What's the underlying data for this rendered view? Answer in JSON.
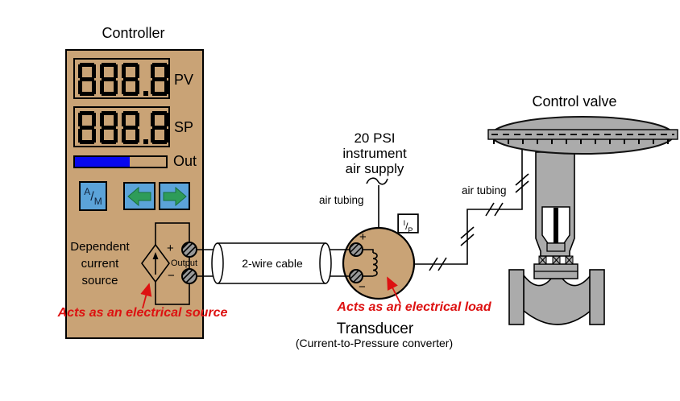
{
  "controller": {
    "title": "Controller",
    "pv_value": "888.8",
    "pv_label": "PV",
    "sp_value": "888.8",
    "sp_label": "SP",
    "out_label": "Out",
    "out_percent": 60,
    "am": {
      "top": "A",
      "slash": "/",
      "bottom": "M"
    },
    "source_lines": [
      "Dependent",
      "current",
      "source"
    ],
    "output_label": "Output",
    "plus": "+",
    "minus": "−",
    "annotation": "Acts as an electrical source"
  },
  "cable": {
    "label": "2-wire cable"
  },
  "air_supply": {
    "line1": "20 PSI",
    "line2": "instrument",
    "line3": "air supply"
  },
  "tubing": {
    "left_label": "air tubing",
    "right_label": "air tubing"
  },
  "transducer": {
    "ip": {
      "top": "I",
      "slash": "/",
      "bottom": "P"
    },
    "plus": "+",
    "minus": "−",
    "annotation": "Acts as an electrical load",
    "title": "Transducer",
    "subtitle": "(Current-to-Pressure converter)"
  },
  "valve": {
    "title": "Control valve"
  },
  "colors": {
    "panel_tan": "#C9A376",
    "button_blue": "#5BA3D9",
    "arrow_green": "#2E9C59",
    "bar_blue": "#0808EE",
    "valve_gray": "#ABABAB",
    "annotation_red": "#DD1111"
  }
}
